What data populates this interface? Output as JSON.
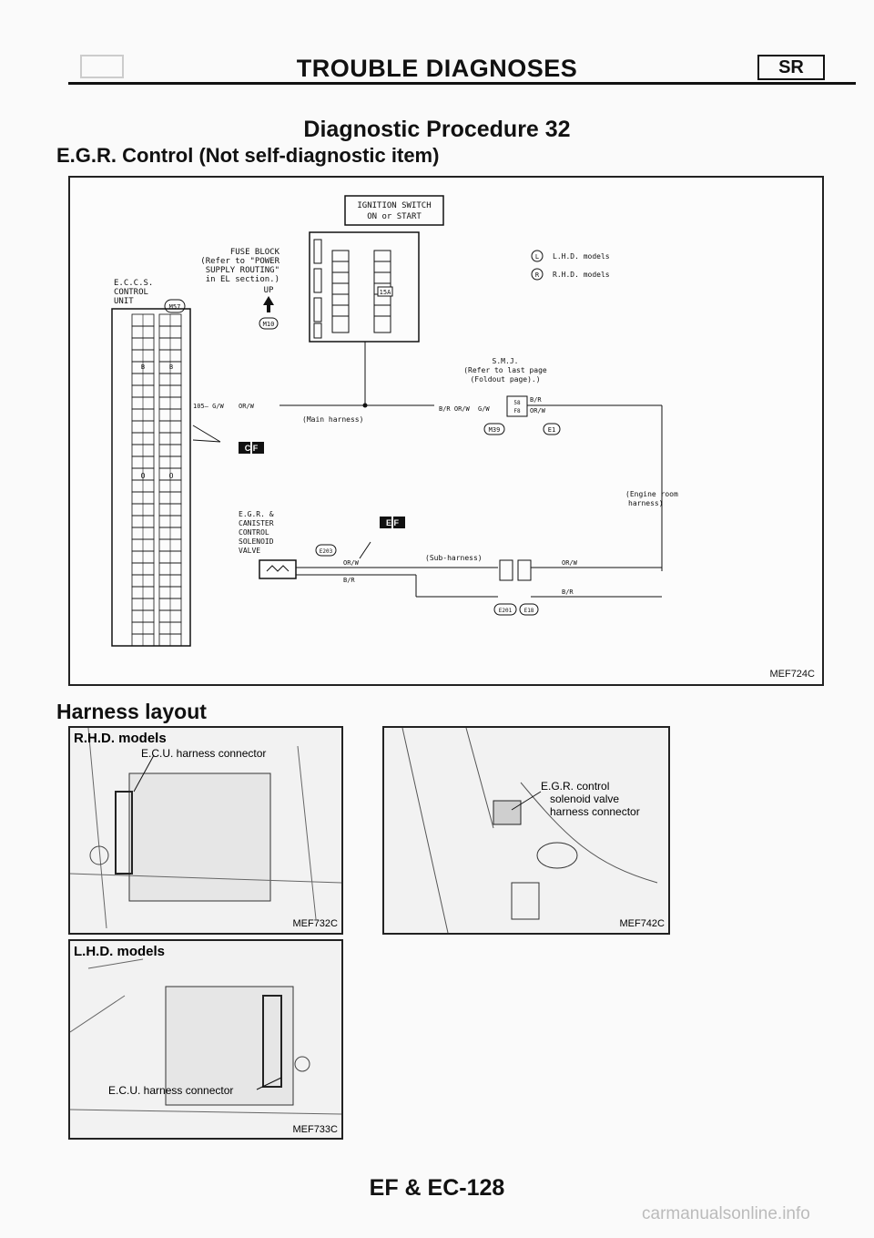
{
  "header": {
    "title": "TROUBLE DIAGNOSES",
    "section_badge": "SR"
  },
  "procedure_title": "Diagnostic Procedure 32",
  "subtitle": "E.G.R. Control (Not self-diagnostic item)",
  "diagram": {
    "code": "MEF724C",
    "ignition_switch": [
      "IGNITION SWITCH",
      "ON or START"
    ],
    "fuse_block": [
      "FUSE BLOCK",
      "(Refer to \"POWER",
      "SUPPLY ROUTING\"",
      "in EL section.)"
    ],
    "fuse_rating": "15A",
    "up_label": "UP",
    "up_connector": "M10",
    "ecu_label": [
      "E.C.C.S.",
      "CONTROL",
      "UNIT"
    ],
    "ecu_connector": "M57",
    "lhd_note": "L.H.D. models",
    "rhd_note": "R.H.D. models",
    "lhd_symbol": "L",
    "rhd_symbol": "R",
    "smj": [
      "S.M.J.",
      "(Refer to last page",
      "(Foldout page).)"
    ],
    "main_harness": "(Main harness)",
    "wire_105": "105— G/W",
    "wire_or_w": "OR/W",
    "wire_br": "B/R",
    "wire_br_orw": "B/R  OR/W",
    "wire_gw": "G/W",
    "pin_58": "58",
    "pin_f8": "F8",
    "connector_m39": "M39",
    "connector_e1": "E1",
    "engine_room": [
      "(Engine room",
      "harness)"
    ],
    "egr_valve": [
      "E.G.R. &",
      "CANISTER",
      "CONTROL",
      "SOLENOID",
      "VALVE"
    ],
    "egr_connector": "E203",
    "sub_harness": "(Sub-harness)",
    "connector_e201": "E201",
    "connector_e18": "E18",
    "cf_label": "C F",
    "ef_label": "E F",
    "ecu_pin_left": "B",
    "ecu_pin_right": "B",
    "ecu_pin_mid": "O"
  },
  "harness": {
    "title": "Harness layout",
    "rhd": {
      "label": "R.H.D. models",
      "callout": "E.C.U. harness connector",
      "code": "MEF732C"
    },
    "egr": {
      "callout": [
        "E.G.R. control",
        "solenoid valve",
        "harness connector"
      ],
      "code": "MEF742C"
    },
    "lhd": {
      "label": "L.H.D. models",
      "callout": "E.C.U. harness connector",
      "code": "MEF733C"
    }
  },
  "footer": "EF & EC-128",
  "watermark": "carmanualsonline.info"
}
